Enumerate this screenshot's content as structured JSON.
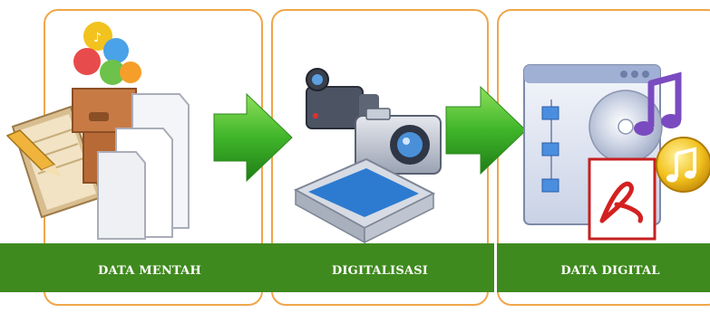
{
  "steps": [
    {
      "label": "DATA MENTAH",
      "icon": "raw-data-icon"
    },
    {
      "label": "DIGITALISASI",
      "icon": "digitization-icon"
    },
    {
      "label": "DATA DIGITAL",
      "icon": "digital-data-icon"
    }
  ],
  "colors": {
    "border": "#f0a64a",
    "band": "#3f8a1e",
    "arrow": "#49b52a",
    "label_text": "#ffffff"
  }
}
